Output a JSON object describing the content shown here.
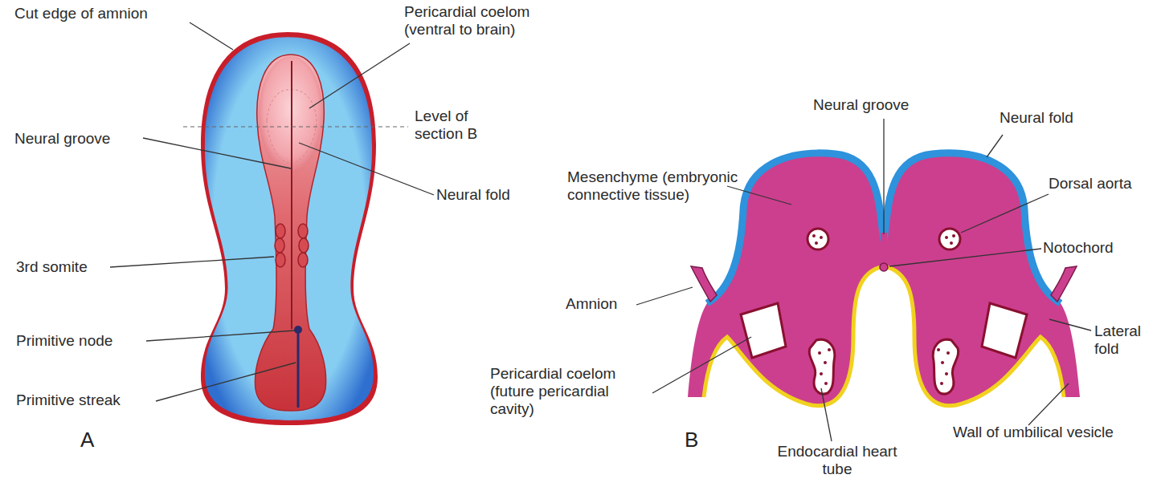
{
  "diagram": {
    "labels": [
      "Cut edge of amnion",
      "Pericardial coelom (ventral to brain)",
      "Level of section B",
      "Neural groove",
      "Neural fold",
      "3rd somite",
      "Primitive node",
      "Primitive streak",
      "A",
      "Neural groove",
      "Neural fold",
      "Mesenchyme (embryonic connective tissue)",
      "Dorsal aorta",
      "Notochord",
      "Amnion",
      "Lateral fold",
      "Pericardial coelom (future pericardial cavity)",
      "Endocardial heart tube",
      "Wall of umbilical vesicle",
      "B"
    ]
  }
}
